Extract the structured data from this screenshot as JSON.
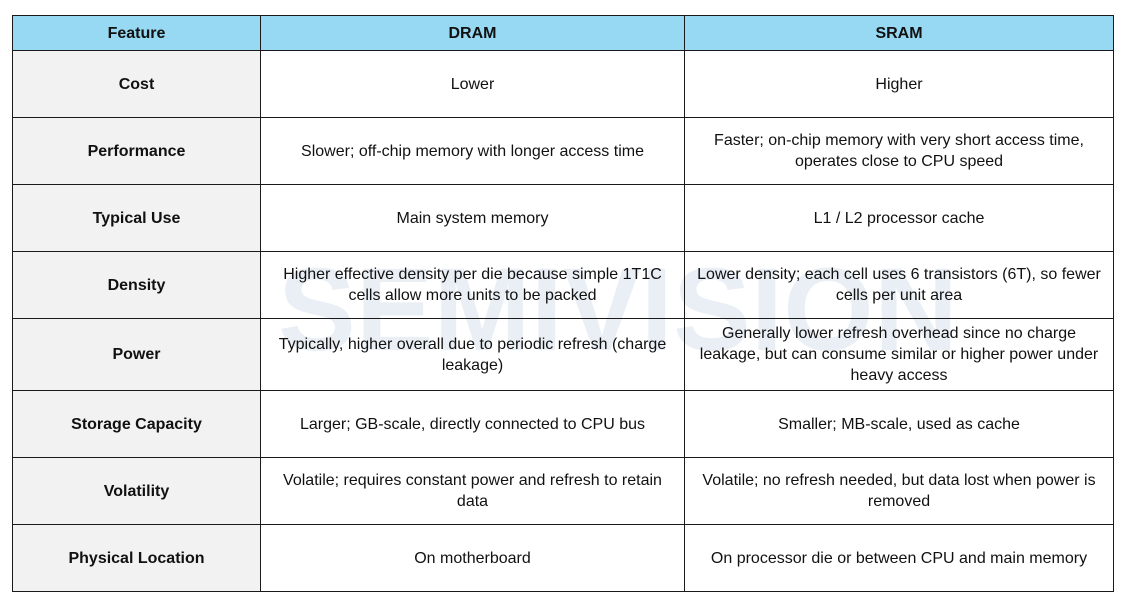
{
  "table": {
    "headers": [
      "Feature",
      "DRAM",
      "SRAM"
    ],
    "rows": [
      {
        "feature": "Cost",
        "dram": "Lower",
        "sram": "Higher"
      },
      {
        "feature": "Performance",
        "dram": "Slower; off-chip memory with longer access time",
        "sram": "Faster; on-chip memory with very short access time, operates close to CPU speed"
      },
      {
        "feature": "Typical Use",
        "dram": "Main system memory",
        "sram": "L1 / L2 processor cache"
      },
      {
        "feature": "Density",
        "dram": "Higher effective density per die because simple 1T1C cells allow more units to be packed",
        "sram": "Lower density; each cell uses 6 transistors (6T), so fewer cells per unit area"
      },
      {
        "feature": "Power",
        "dram": "Typically, higher overall due to periodic refresh (charge leakage)",
        "sram": "Generally lower refresh overhead since no charge leakage, but can consume similar or higher power under heavy access"
      },
      {
        "feature": "Storage Capacity",
        "dram": "Larger; GB-scale, directly connected to CPU bus",
        "sram": "Smaller; MB-scale, used as cache"
      },
      {
        "feature": "Volatility",
        "dram": "Volatile; requires constant power and refresh to retain data",
        "sram": "Volatile; no refresh needed, but data lost when power is removed"
      },
      {
        "feature": "Physical Location",
        "dram": "On motherboard",
        "sram": "On processor die or between CPU and main memory"
      }
    ]
  },
  "watermark": {
    "text": "SEMIVISION",
    "icon": "semivision-logo-icon",
    "color": "#2f6fa8"
  },
  "colors": {
    "header_bg": "#97d8f2",
    "feature_bg": "#f2f2f2",
    "border": "#1a1a1a"
  }
}
